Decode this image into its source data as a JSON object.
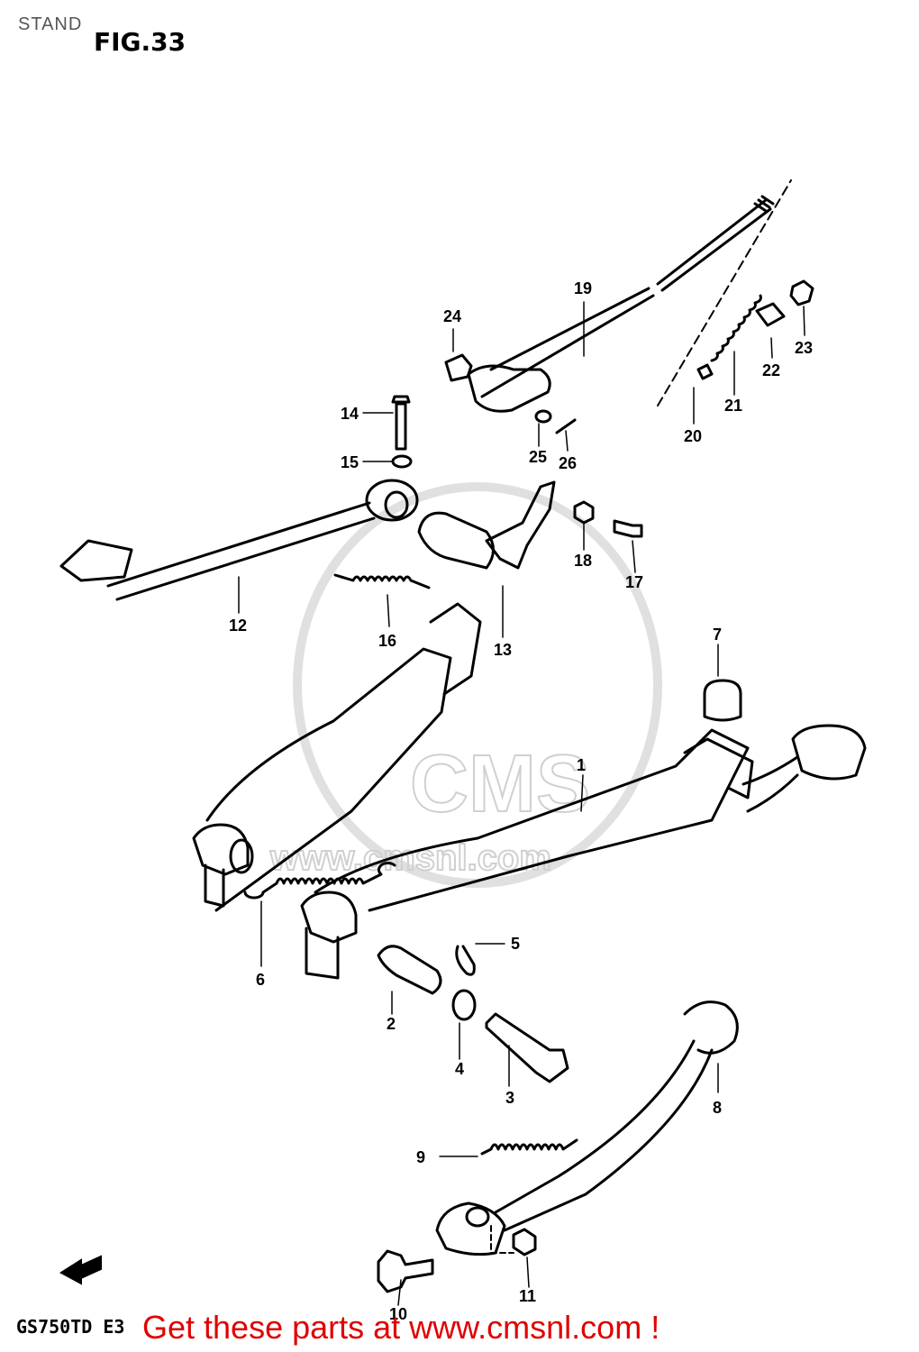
{
  "page": {
    "title": "STAND",
    "figure_label": "FIG.33",
    "model_code": "GS750TD E3",
    "promo_text": "Get these parts at www.cmsnl.com !"
  },
  "watermark": {
    "logo_text": "CMS",
    "url_text": "www.cmsnl.com"
  },
  "callouts": [
    {
      "id": "1",
      "text": "1"
    },
    {
      "id": "2",
      "text": "2"
    },
    {
      "id": "3",
      "text": "3"
    },
    {
      "id": "4",
      "text": "4"
    },
    {
      "id": "5",
      "text": "5"
    },
    {
      "id": "6",
      "text": "6"
    },
    {
      "id": "7",
      "text": "7"
    },
    {
      "id": "8",
      "text": "8"
    },
    {
      "id": "9",
      "text": "9"
    },
    {
      "id": "10",
      "text": "10"
    },
    {
      "id": "11",
      "text": "11"
    },
    {
      "id": "12",
      "text": "12"
    },
    {
      "id": "13",
      "text": "13"
    },
    {
      "id": "14",
      "text": "14"
    },
    {
      "id": "15",
      "text": "15"
    },
    {
      "id": "16",
      "text": "16"
    },
    {
      "id": "17",
      "text": "17"
    },
    {
      "id": "18",
      "text": "18"
    },
    {
      "id": "19",
      "text": "19"
    },
    {
      "id": "20",
      "text": "20"
    },
    {
      "id": "21",
      "text": "21"
    },
    {
      "id": "22",
      "text": "22"
    },
    {
      "id": "23",
      "text": "23"
    },
    {
      "id": "24",
      "text": "24"
    },
    {
      "id": "25",
      "text": "25"
    },
    {
      "id": "26",
      "text": "26"
    }
  ],
  "colors": {
    "line": "#000000",
    "watermark": "#d0d0d0",
    "promo": "#e00000"
  }
}
